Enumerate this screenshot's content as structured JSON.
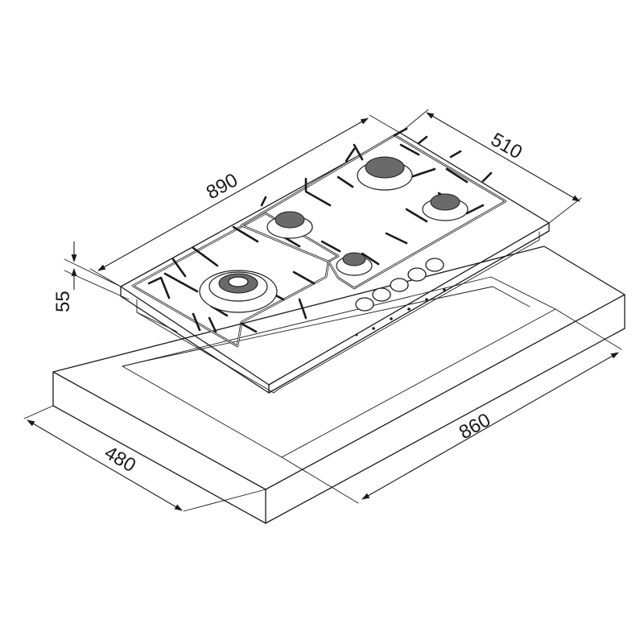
{
  "dimensions": {
    "width_top": "890",
    "depth_top": "510",
    "height": "55",
    "cutout_width": "860",
    "cutout_depth": "480"
  },
  "colors": {
    "line": "#1a1a1a",
    "background": "#ffffff"
  }
}
